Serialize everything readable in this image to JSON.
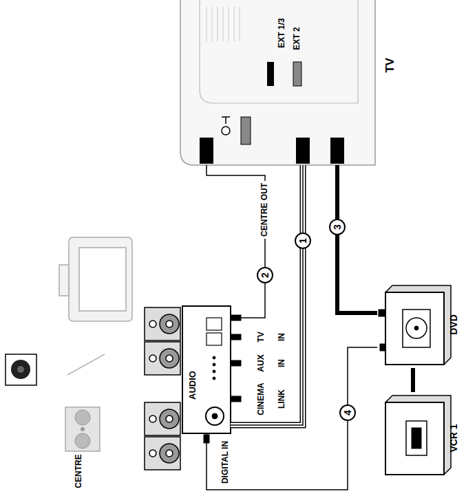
{
  "diagram": {
    "nodes": [
      {
        "text": [
          "TV"
        ]
      },
      {
        "text": [
          "AUDIO"
        ]
      },
      {
        "text": [
          "CENTRE"
        ]
      },
      {
        "text": [
          "DVD"
        ]
      },
      {
        "text": [
          "VCR 1"
        ]
      }
    ],
    "edges": [
      {
        "from": 0,
        "to": 1,
        "arrow": "none",
        "label": "1"
      },
      {
        "from": 0,
        "to": 1,
        "arrow": "none",
        "label": "2"
      },
      {
        "from": 0,
        "to": 3,
        "arrow": "none",
        "label": "3"
      },
      {
        "from": 3,
        "to": 1,
        "arrow": "none",
        "label": "4"
      },
      {
        "from": 3,
        "to": 4,
        "arrow": "none"
      }
    ],
    "labels": [
      "EXT 1/3",
      "EXT 2",
      "CENTRE OUT",
      "CINEMA",
      "AUX",
      "TV",
      "LINK",
      "IN",
      "IN",
      "DIGITAL IN"
    ]
  }
}
